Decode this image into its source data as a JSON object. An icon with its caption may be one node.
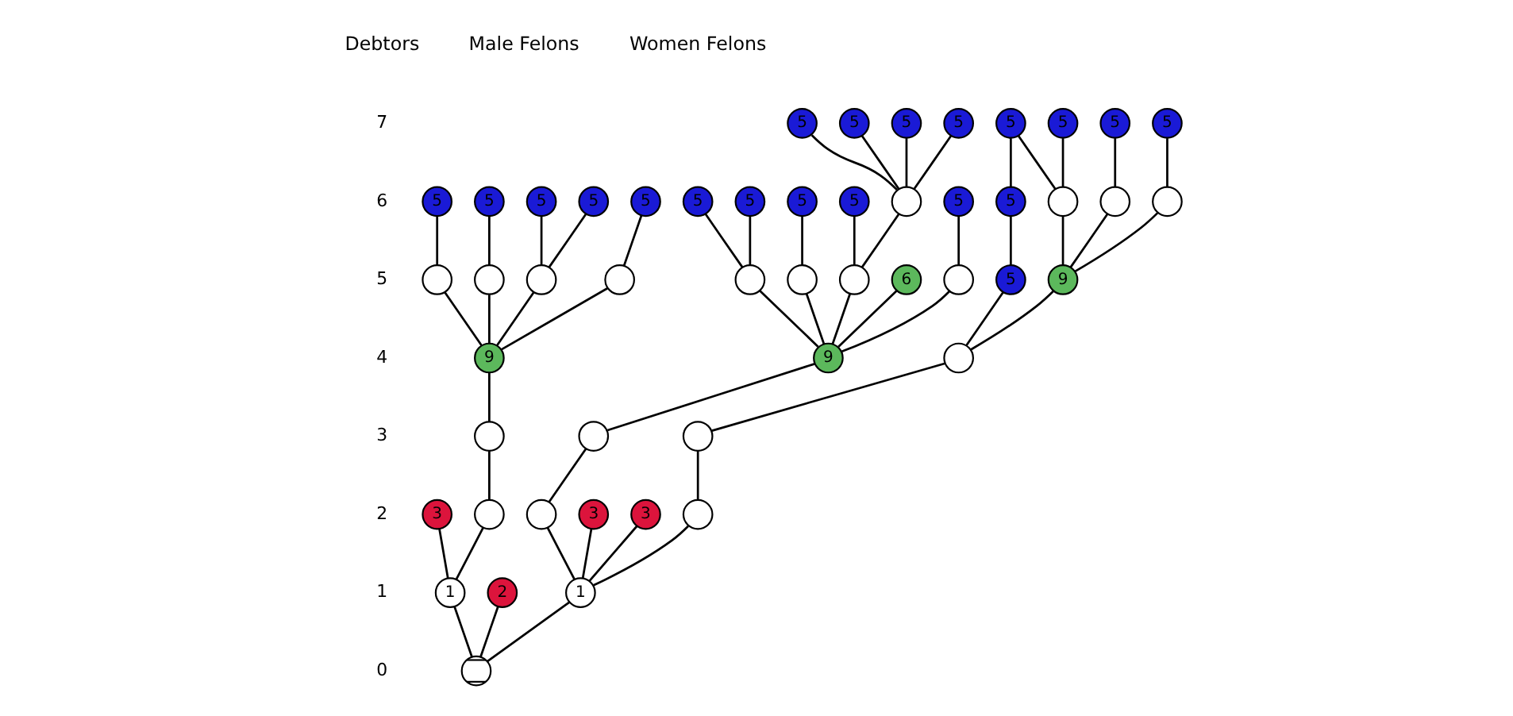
{
  "diagram": {
    "nodes": [
      {
        "text": [
          "5"
        ]
      },
      {
        "text": [
          "5"
        ]
      },
      {
        "text": [
          "5"
        ]
      },
      {
        "text": [
          "5"
        ]
      },
      {
        "text": [
          "5"
        ]
      },
      {
        "text": [
          "5"
        ]
      },
      {
        "text": [
          "5"
        ]
      },
      {
        "text": [
          "5"
        ]
      },
      {
        "text": [
          "5"
        ]
      },
      {
        "text": [
          "5"
        ]
      },
      {
        "text": [
          "5"
        ]
      },
      {
        "text": [
          "5"
        ]
      },
      {
        "text": [
          "5"
        ]
      },
      {
        "text": [
          "5"
        ]
      },
      {
        "text": [
          "5"
        ]
      },
      {
        "text": [
          "5"
        ]
      },
      {
        "text": [
          "5"
        ]
      },
      {
        "text": [],
        "shape": "circle"
      },
      {
        "text": [
          "5"
        ]
      },
      {
        "text": [
          "5"
        ]
      },
      {
        "text": [],
        "shape": "circle"
      },
      {
        "text": [],
        "shape": "circle"
      },
      {
        "text": [],
        "shape": "circle"
      },
      {
        "text": [],
        "shape": "circle"
      },
      {
        "text": [],
        "shape": "circle"
      },
      {
        "text": [],
        "shape": "circle"
      },
      {
        "text": [],
        "shape": "circle"
      },
      {
        "text": [],
        "shape": "circle"
      },
      {
        "text": [],
        "shape": "circle"
      },
      {
        "text": [],
        "shape": "circle"
      },
      {
        "text": [
          "6"
        ]
      },
      {
        "text": [],
        "shape": "circle"
      },
      {
        "text": [
          "5"
        ]
      },
      {
        "text": [
          "9"
        ]
      },
      {
        "text": [
          "9"
        ]
      },
      {
        "text": [
          "9"
        ]
      },
      {
        "text": [],
        "shape": "circle"
      },
      {
        "text": [],
        "shape": "circle"
      },
      {
        "text": [],
        "shape": "circle"
      },
      {
        "text": [],
        "shape": "circle"
      },
      {
        "text": [
          "3"
        ]
      },
      {
        "text": [],
        "shape": "circle"
      },
      {
        "text": [],
        "shape": "circle"
      },
      {
        "text": [
          "3"
        ]
      },
      {
        "text": [
          "3"
        ]
      },
      {
        "text": [],
        "shape": "circle"
      },
      {
        "text": [
          "1"
        ]
      },
      {
        "text": [
          "2"
        ]
      },
      {
        "text": [
          "1"
        ]
      },
      {
        "text": [],
        "shape": "circle"
      }
    ],
    "edges": [
      {
        "from": 49,
        "to": 46,
        "arrow": "none"
      },
      {
        "from": 49,
        "to": 47,
        "arrow": "none"
      },
      {
        "from": 49,
        "to": 48,
        "arrow": "none"
      },
      {
        "from": 46,
        "to": 40,
        "arrow": "none"
      },
      {
        "from": 46,
        "to": 41,
        "arrow": "none"
      },
      {
        "from": 41,
        "to": 37,
        "arrow": "none"
      },
      {
        "from": 37,
        "to": 34,
        "arrow": "none"
      },
      {
        "from": 34,
        "to": 23,
        "arrow": "none"
      },
      {
        "from": 34,
        "to": 24,
        "arrow": "none"
      },
      {
        "from": 34,
        "to": 25,
        "arrow": "none"
      },
      {
        "from": 34,
        "to": 26,
        "arrow": "none"
      },
      {
        "from": 23,
        "to": 8,
        "arrow": "none"
      },
      {
        "from": 24,
        "to": 9,
        "arrow": "none"
      },
      {
        "from": 25,
        "to": 10,
        "arrow": "none"
      },
      {
        "from": 25,
        "to": 11,
        "arrow": "none"
      },
      {
        "from": 26,
        "to": 12,
        "arrow": "none"
      },
      {
        "from": 48,
        "to": 42,
        "arrow": "none"
      },
      {
        "from": 48,
        "to": 43,
        "arrow": "none"
      },
      {
        "from": 48,
        "to": 44,
        "arrow": "none"
      },
      {
        "from": 48,
        "to": 45,
        "arrow": "none"
      },
      {
        "from": 42,
        "to": 38,
        "arrow": "none"
      },
      {
        "from": 38,
        "to": 35,
        "arrow": "none"
      },
      {
        "from": 35,
        "to": 27,
        "arrow": "none"
      },
      {
        "from": 35,
        "to": 28,
        "arrow": "none"
      },
      {
        "from": 35,
        "to": 29,
        "arrow": "none"
      },
      {
        "from": 35,
        "to": 30,
        "arrow": "none"
      },
      {
        "from": 35,
        "to": 31,
        "arrow": "none"
      },
      {
        "from": 27,
        "to": 13,
        "arrow": "none"
      },
      {
        "from": 27,
        "to": 14,
        "arrow": "none"
      },
      {
        "from": 28,
        "to": 15,
        "arrow": "none"
      },
      {
        "from": 29,
        "to": 16,
        "arrow": "none"
      },
      {
        "from": 29,
        "to": 17,
        "arrow": "none"
      },
      {
        "from": 31,
        "to": 18,
        "arrow": "none"
      },
      {
        "from": 17,
        "to": 0,
        "arrow": "none"
      },
      {
        "from": 17,
        "to": 1,
        "arrow": "none"
      },
      {
        "from": 17,
        "to": 2,
        "arrow": "none"
      },
      {
        "from": 17,
        "to": 3,
        "arrow": "none"
      },
      {
        "from": 45,
        "to": 39,
        "arrow": "none"
      },
      {
        "from": 39,
        "to": 36,
        "arrow": "none"
      },
      {
        "from": 36,
        "to": 32,
        "arrow": "none"
      },
      {
        "from": 36,
        "to": 33,
        "arrow": "none"
      },
      {
        "from": 32,
        "to": 19,
        "arrow": "none"
      },
      {
        "from": 19,
        "to": 4,
        "arrow": "none"
      },
      {
        "from": 33,
        "to": 20,
        "arrow": "none"
      },
      {
        "from": 33,
        "to": 21,
        "arrow": "none"
      },
      {
        "from": 33,
        "to": 22,
        "arrow": "none"
      },
      {
        "from": 20,
        "to": 4,
        "arrow": "none"
      },
      {
        "from": 20,
        "to": 5,
        "arrow": "none"
      },
      {
        "from": 21,
        "to": 6,
        "arrow": "none"
      },
      {
        "from": 22,
        "to": 7,
        "arrow": "none"
      }
    ],
    "labels": [
      "Debtors",
      "Male Felons",
      "Women Felons",
      "7",
      "6",
      "5",
      "4",
      "3",
      "2",
      "1",
      "0"
    ]
  }
}
